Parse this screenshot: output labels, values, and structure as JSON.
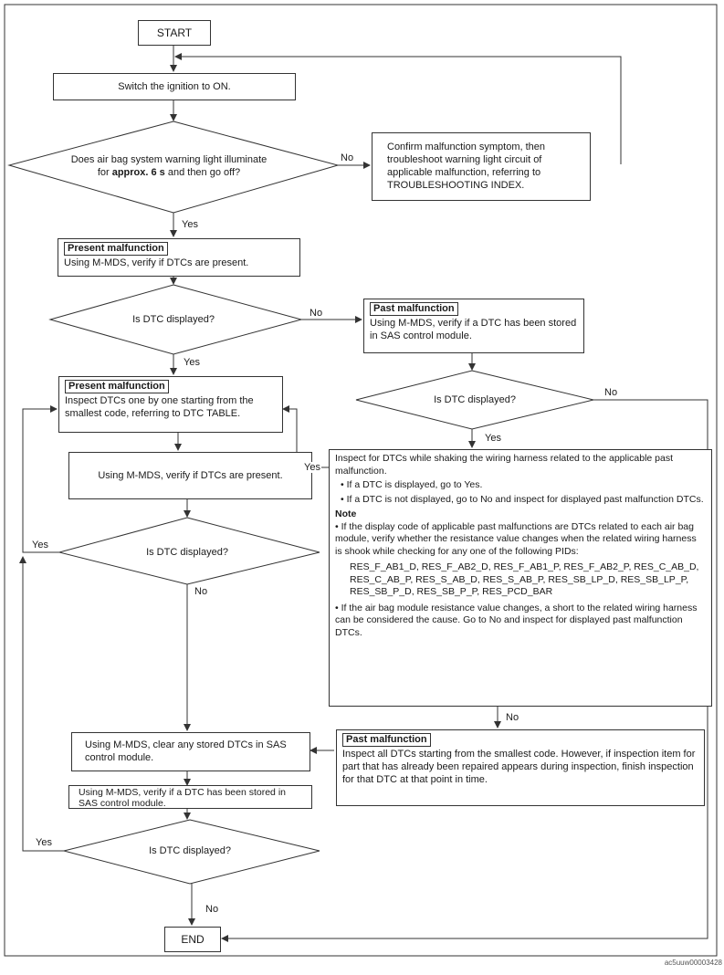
{
  "flow": {
    "start": "START",
    "end": "END",
    "switch_ignition": "Switch the ignition to ON.",
    "q_warning_light": {
      "pre": "Does air bag system warning light illuminate",
      "for": "for ",
      "bold": "approx. 6 s",
      "post": " and then go off?"
    },
    "confirm_symptom": "Confirm malfunction symptom, then troubleshoot warning light circuit of applicable malfunction, referring to TROUBLESHOOTING INDEX.",
    "present_box1": {
      "tag": "Present malfunction",
      "text": "Using M-MDS, verify if DTCs are present."
    },
    "q_dtc_displayed_1": "Is DTC displayed?",
    "past_box1": {
      "tag": "Past malfunction",
      "text": "Using M-MDS, verify if a DTC has been stored in SAS control module."
    },
    "present_box2": {
      "tag": "Present malfunction",
      "text": "Inspect DTCs one by one starting from the smallest code, referring to DTC TABLE."
    },
    "q_dtc_displayed_2": "Is DTC displayed?",
    "verify_present": "Using M-MDS, verify if DTCs are present.",
    "inspect_shaking": {
      "text": "Inspect for DTCs while shaking the wiring harness related to the applicable past malfunction.",
      "bullet1": "• If a DTC is displayed, go to Yes.",
      "bullet2": "• If a DTC is not displayed, go to No and inspect for displayed past malfunction DTCs.",
      "note_title": "Note",
      "note1": "• If the display code of applicable past malfunctions are DTCs related to each air bag module, verify whether the resistance value changes when the related wiring harness is shook while checking for any one of the following PIDs:",
      "pids": "RES_F_AB1_D, RES_F_AB2_D, RES_F_AB1_P, RES_F_AB2_P, RES_C_AB_D, RES_C_AB_P, RES_S_AB_D, RES_S_AB_P, RES_SB_LP_D, RES_SB_LP_P, RES_SB_P_D, RES_SB_P_P, RES_PCD_BAR",
      "note2": "• If the air bag module resistance value changes, a short to the related wiring harness can be considered the cause. Go to No and inspect for displayed past malfunction DTCs."
    },
    "q_dtc_displayed_3": "Is DTC displayed?",
    "clear_dtcs": "Using M-MDS, clear any stored DTCs in SAS control module.",
    "past_box2": {
      "tag": "Past malfunction",
      "text": "Inspect all DTCs starting from the smallest code. However, if inspection item for part that has already been repaired appears during inspection, finish inspection for that DTC at that point in time."
    },
    "verify_stored": "Using M-MDS, verify if a DTC has been stored in SAS control module.",
    "q_dtc_displayed_4": "Is DTC displayed?"
  },
  "labels": {
    "yes": "Yes",
    "no": "No"
  },
  "image_code": "ac5uuw00003428"
}
